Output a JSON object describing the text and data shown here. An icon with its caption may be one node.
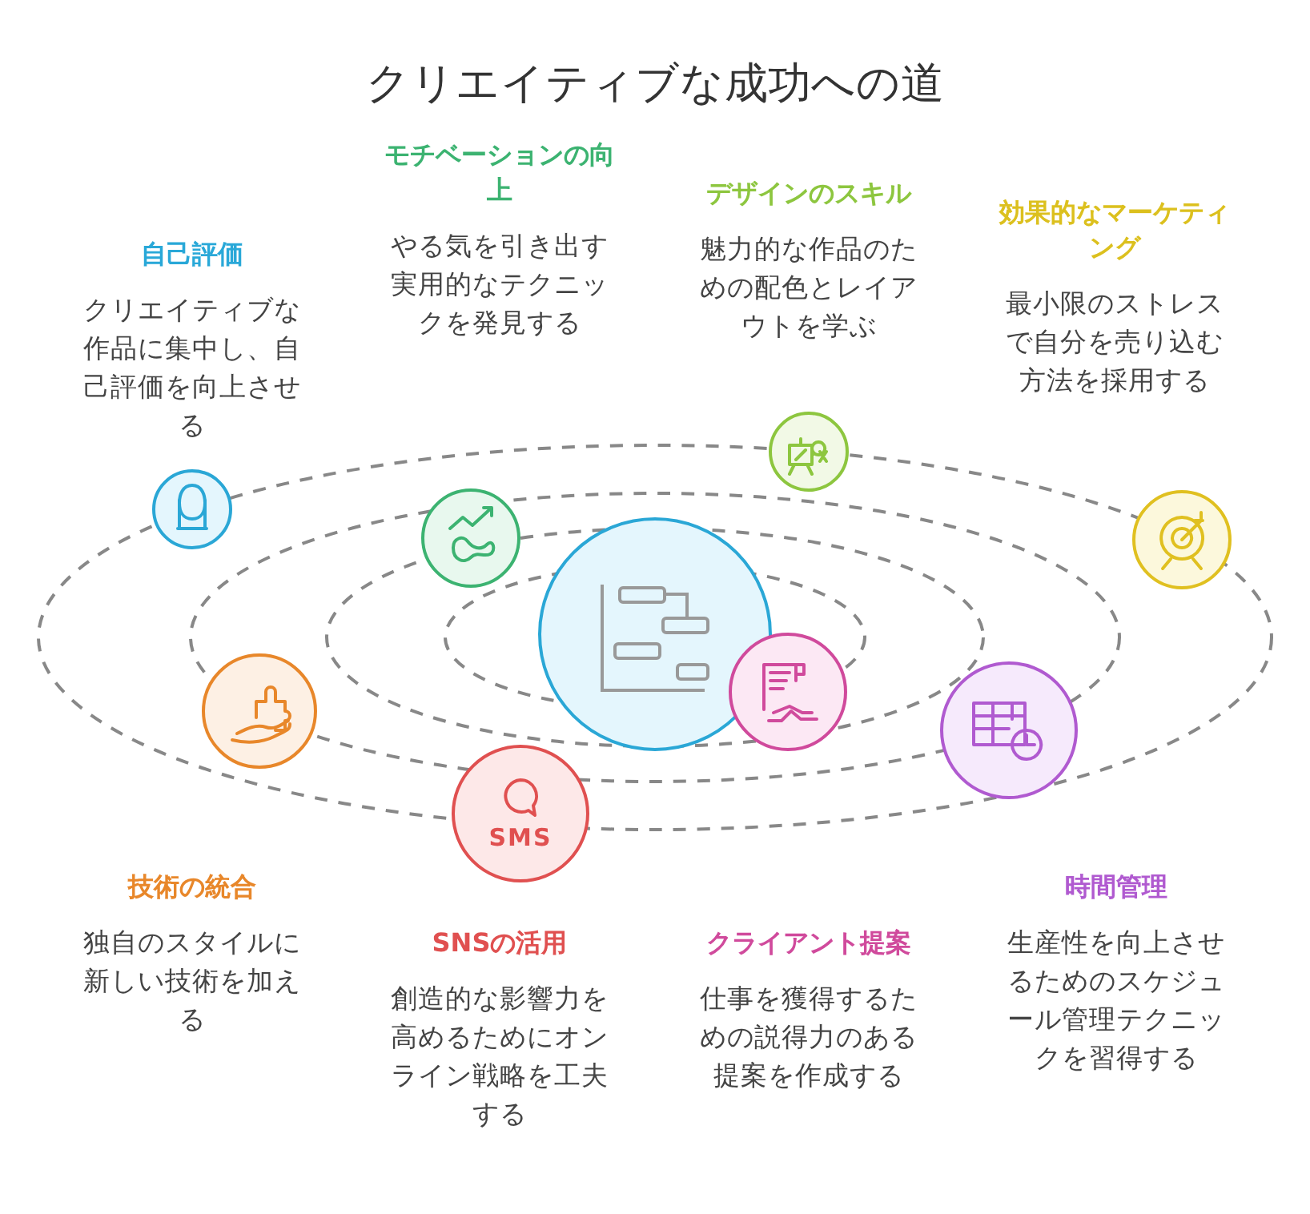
{
  "diagram": {
    "title": "クリエイティブな成功への道",
    "nodes": [
      {
        "text": [
          "自己評価",
          "クリエイティブな作品に集中し、自己評価を向上させる"
        ]
      },
      {
        "text": [
          "モチベーションの向上",
          "やる気を引き出す実用的なテクニックを発見する"
        ]
      },
      {
        "text": [
          "デザインのスキル",
          "魅力的な作品のための配色とレイアウトを学ぶ"
        ]
      },
      {
        "text": [
          "効果的なマーケティング",
          "最小限のストレスで自分を売り込む方法を採用する"
        ]
      },
      {
        "text": [
          "技術の統合",
          "独自のスタイルに新しい技術を加える"
        ]
      },
      {
        "text": [
          "SNSの活用",
          "創造的な影響力を高めるためにオンライン戦略を工夫する"
        ]
      },
      {
        "text": [
          "クライアント提案",
          "仕事を獲得するための説得力のある提案を作成する"
        ]
      },
      {
        "text": [
          "時間管理",
          "生産性を向上させるためのスケジュール管理テクニックを習得する"
        ]
      }
    ],
    "labels": [
      "SMS"
    ]
  }
}
